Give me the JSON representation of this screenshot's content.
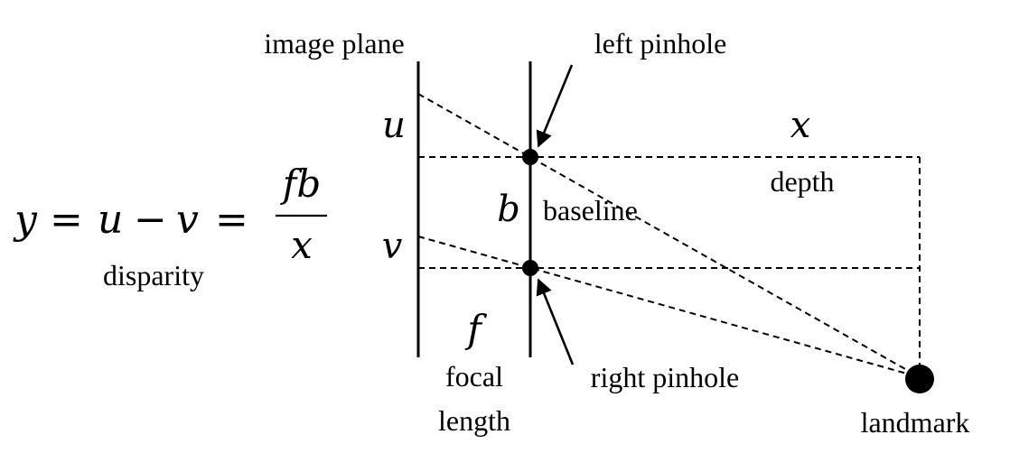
{
  "equation": {
    "y": "y",
    "eq1": "=",
    "u": "u",
    "minus": "−",
    "v": "v",
    "eq2": "=",
    "numerator": "fb",
    "denominator": "x",
    "caption": "disparity"
  },
  "labels": {
    "image_plane": "image plane",
    "left_pinhole": "left pinhole",
    "right_pinhole": "right pinhole",
    "u": "u",
    "v": "v",
    "b": "b",
    "baseline": "baseline",
    "x": "x",
    "depth": "depth",
    "f": "f",
    "focal": "focal",
    "length": "length",
    "landmark": "landmark"
  }
}
